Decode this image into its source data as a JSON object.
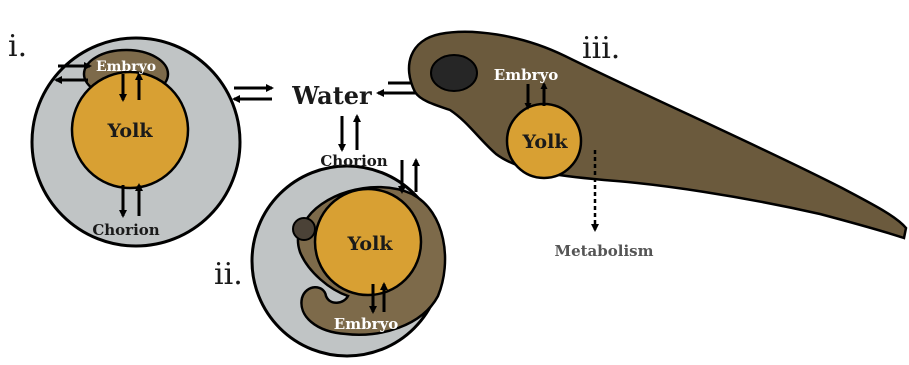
{
  "stages": {
    "i": "i.",
    "ii": "ii.",
    "iii": "iii."
  },
  "center_label": "Water",
  "panel_i": {
    "embryo": "Embryo",
    "yolk": "Yolk",
    "chorion": "Chorion"
  },
  "panel_ii": {
    "chorion": "Chorion",
    "yolk": "Yolk",
    "embryo": "Embryo"
  },
  "panel_iii": {
    "embryo": "Embryo",
    "yolk": "Yolk",
    "metabolism": "Metabolism"
  },
  "colors": {
    "chorion_fill": "#c0c4c5",
    "embryo_fill": "#7d6a4a",
    "yolk_fill": "#d8a033",
    "eye_fill": "#262626",
    "outline": "#000000",
    "text_dark": "#1a1a1a",
    "text_light": "#ffffff",
    "metabolism_text": "#555555"
  }
}
